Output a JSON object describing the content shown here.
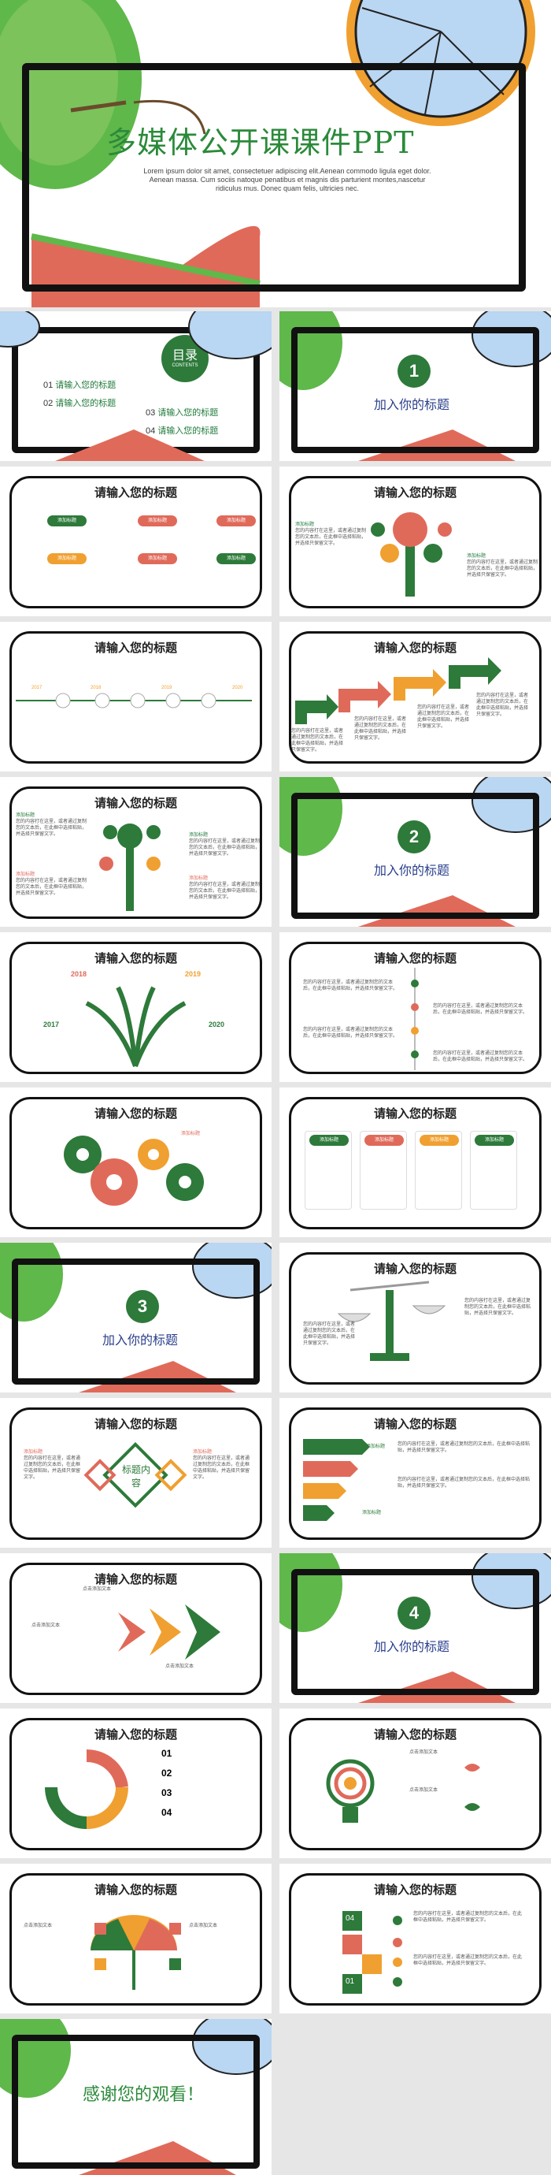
{
  "cover": {
    "title": "多媒体公开课课件PPT",
    "subtitle": "Lorem ipsum dolor sit amet, consectetuer adipiscing elit.Aenean commodo ligula eget dolor. Aenean massa. Cum sociis natoque penatibus et magnis dis parturient montes,nascetur ridiculus mus. Donec quam felis, ultricies nec."
  },
  "toc": {
    "heading": "目录",
    "heading_en": "CONTENTS",
    "items": [
      {
        "num": "01",
        "label": "请输入您的标题"
      },
      {
        "num": "02",
        "label": "请输入您的标题"
      },
      {
        "num": "03",
        "label": "请输入您的标题"
      },
      {
        "num": "04",
        "label": "请输入您的标题"
      }
    ]
  },
  "sections": [
    {
      "num": "1",
      "label": "加入你的标题"
    },
    {
      "num": "2",
      "label": "加入你的标题"
    },
    {
      "num": "3",
      "label": "加入你的标题"
    },
    {
      "num": "4",
      "label": "加入你的标题"
    }
  ],
  "slide_title": "请输入您的标题",
  "add_title": "添加标题",
  "body_text": "您的内容打在这里，或者通过复制您的文本后，在此框中选择粘贴，并选择只保留文字。",
  "years": [
    "2018",
    "2019",
    "2017",
    "2020"
  ],
  "years_timeline": [
    "2017",
    "2018",
    "2019",
    "2020"
  ],
  "diamond_center": "标题内容",
  "list_nums": [
    "01",
    "02",
    "03",
    "04"
  ],
  "click_text": "点击添加文本",
  "thanks": "感谢您的观看！",
  "colors": {
    "green": "#2d7a3a",
    "red": "#e06a5a",
    "orange": "#f0a030",
    "blue_lemon": "#b9d6f2",
    "dark": "#111111"
  }
}
